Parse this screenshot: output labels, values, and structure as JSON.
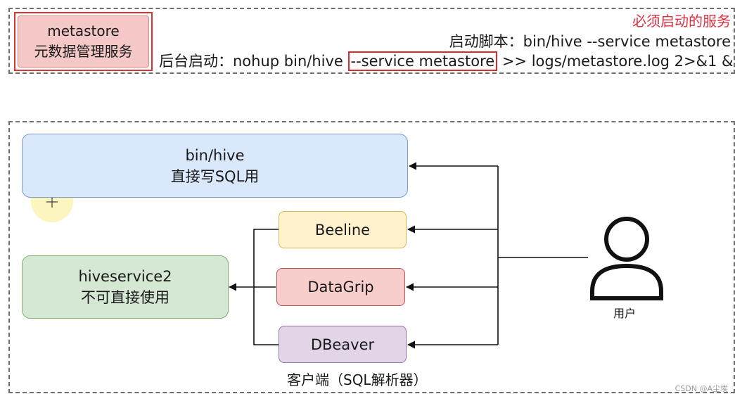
{
  "top": {
    "metastore_box": {
      "line1": "metastore",
      "line2": "元数据管理服务"
    },
    "required_label": "必须启动的服务",
    "start_script": {
      "label": "启动脚本：",
      "command": "bin/hive --service metastore"
    },
    "background_start": {
      "label": "后台启动：",
      "command_prefix": "nohup bin/hive ",
      "command_highlight": "--service metastore",
      "command_suffix": " >> logs/metastore.log 2>&1 &"
    }
  },
  "diagram": {
    "bin_hive": {
      "line1": "bin/hive",
      "line2": "直接写SQL用"
    },
    "hiveservice2": {
      "line1": "hiveservice2",
      "line2": "不可直接使用"
    },
    "clients": [
      "Beeline",
      "DataGrip",
      "DBeaver"
    ],
    "clients_caption": "客户端（SQL解析器）",
    "user_label": "用户"
  },
  "colors": {
    "bin_hive_fill": "#dae8fc",
    "bin_hive_border": "#7a9bc8",
    "hiveservice2_fill": "#d5e8d4",
    "hiveservice2_border": "#82b366",
    "beeline_fill": "#fff2cc",
    "beeline_border": "#d6b656",
    "datagrip_fill": "#f8cecc",
    "datagrip_border": "#b85450",
    "dbeaver_fill": "#e1d5e7",
    "dbeaver_border": "#9673a6",
    "accent_red": "#e03040"
  },
  "watermark": "CSDN @A尘埃"
}
